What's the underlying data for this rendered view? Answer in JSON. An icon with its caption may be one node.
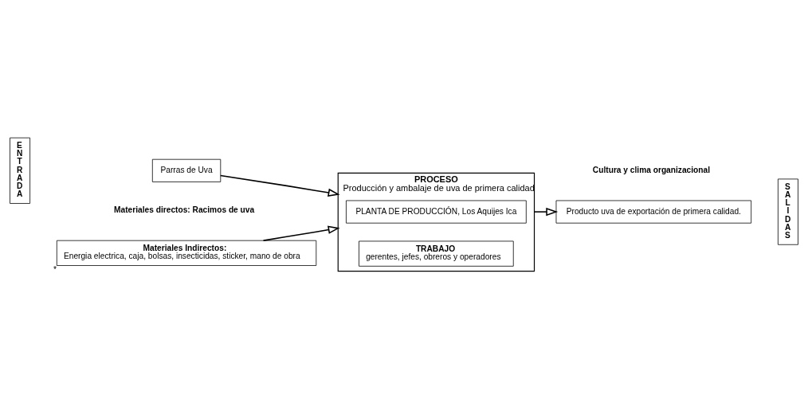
{
  "diagram": {
    "nodes": [
      {
        "text": [
          "E N T R A D A"
        ]
      },
      {
        "text": [
          "Parras de Uva"
        ]
      },
      {
        "text": [
          "PROCESO",
          "Producción y ambalaje de uva de primera calidad"
        ]
      },
      {
        "text": [
          "PLANTA DE PRODUCCIÓN, Los Aquijes Ica"
        ],
        "in": 2
      },
      {
        "text": [
          "TRABAJO",
          "gerentes, jefes, obreros y operadores"
        ],
        "in": 2
      },
      {
        "text": [
          "Producto uva de exportación de primera calidad."
        ]
      },
      {
        "text": [
          "S A L I D A S"
        ]
      },
      {
        "text": [
          "Materiales Indirectos:",
          "Energia electrica, caja, bolsas, insecticidas, sticker, mano de obra"
        ],
        "beside": [
          "*"
        ]
      }
    ],
    "edges": [
      {
        "from": 1,
        "to": 2,
        "arrow": "to"
      },
      {
        "from": 2,
        "to": 5,
        "arrow": "to"
      },
      {
        "from": 7,
        "to": 2,
        "arrow": "to"
      }
    ],
    "labels": [
      "Materiales directos: Racimos de uva",
      "Cultura y clima organizacional"
    ]
  }
}
